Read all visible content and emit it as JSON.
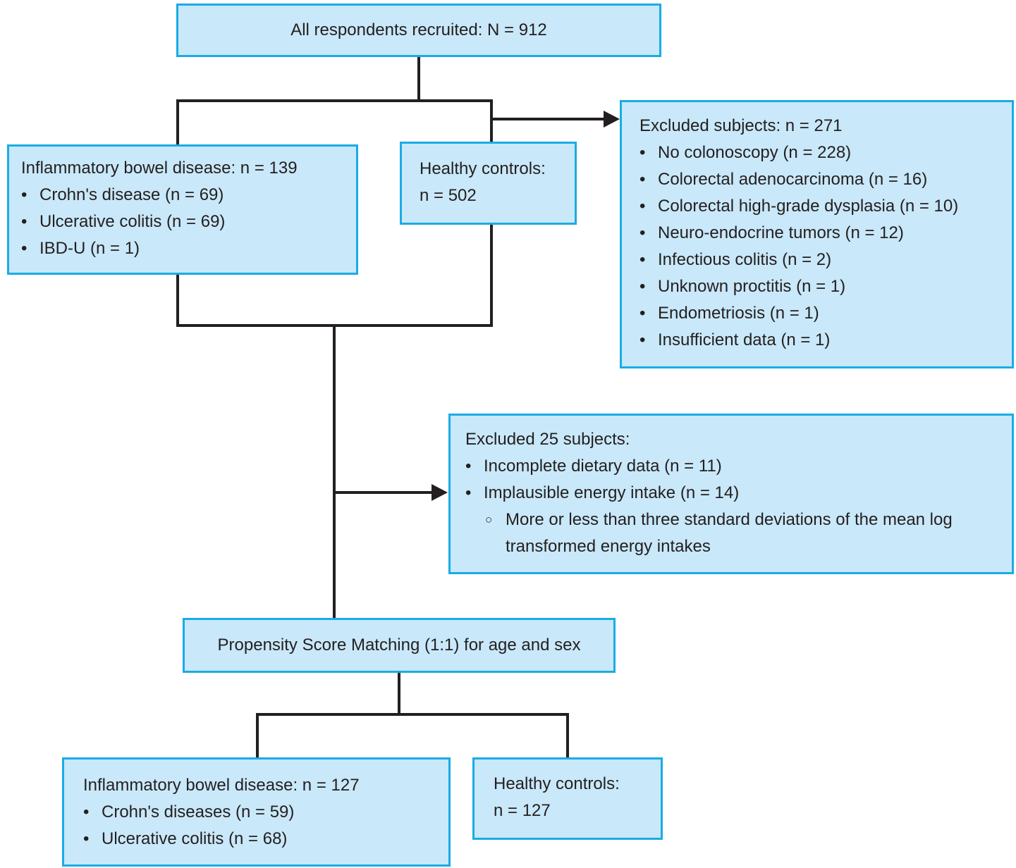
{
  "diagram": {
    "colors": {
      "box_fill": "#c9e8f9",
      "box_border": "#1aace4",
      "line": "#231f20",
      "text": "#231f20"
    },
    "bullets": {
      "filled": "•",
      "open": "○"
    },
    "boxes": {
      "recruited": {
        "text": "All respondents recruited: N = 912"
      },
      "ibd_baseline": {
        "title": "Inflammatory bowel disease: n = 139",
        "items": [
          "Crohn's disease (n = 69)",
          "Ulcerative colitis (n = 69)",
          "IBD-U (n = 1)"
        ]
      },
      "healthy_baseline": {
        "lines": [
          "Healthy controls:",
          "n = 502"
        ]
      },
      "excluded_subjects": {
        "title": "Excluded subjects: n = 271",
        "items": [
          "No colonoscopy (n = 228)",
          "Colorectal adenocarcinoma (n = 16)",
          "Colorectal high-grade dysplasia (n = 10)",
          "Neuro-endocrine tumors (n = 12)",
          "Infectious colitis (n = 2)",
          "Unknown proctitis (n = 1)",
          "Endometriosis (n = 1)",
          "Insufficient data (n = 1)"
        ]
      },
      "excluded_25": {
        "title": "Excluded 25 subjects:",
        "items": [
          "Incomplete dietary data (n = 11)",
          "Implausible energy intake (n = 14)"
        ],
        "sub_item": "More or less than three standard deviations of the mean log transformed energy intakes"
      },
      "psm": {
        "text": "Propensity Score Matching (1:1) for age and sex"
      },
      "ibd_matched": {
        "title": "Inflammatory bowel disease: n = 127",
        "items": [
          "Crohn's diseases (n = 59)",
          "Ulcerative colitis (n = 68)"
        ]
      },
      "healthy_matched": {
        "lines": [
          "Healthy controls:",
          "n = 127"
        ]
      }
    }
  }
}
